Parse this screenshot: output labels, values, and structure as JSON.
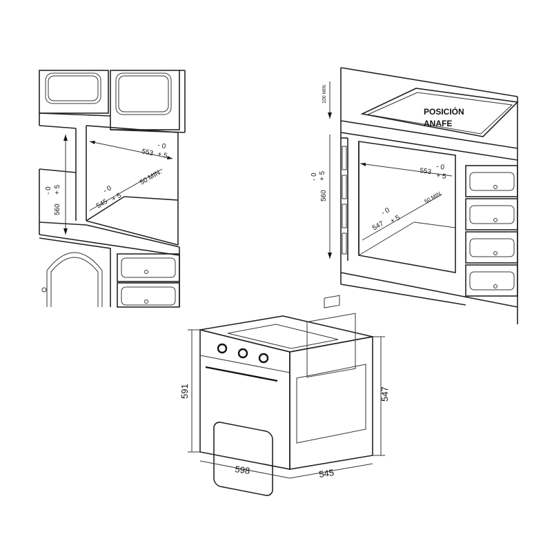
{
  "left_view": {
    "width_dim": {
      "nominal": "553",
      "tol_upper": "- 0",
      "tol_lower": "+ 5"
    },
    "depth_dim": {
      "nominal": "545",
      "tol_upper": "- 0",
      "tol_lower": "+ 5"
    },
    "height_dim": {
      "nominal": "560",
      "tol_upper": "- 0",
      "tol_lower": "+ 5"
    },
    "rear_gap": "50 MIN."
  },
  "right_view": {
    "cooktop_label_line1": "POSICIÓN",
    "cooktop_label_line2": "ANAFE",
    "top_gap": "100 MIN.",
    "width_dim": {
      "nominal": "553",
      "tol_upper": "- 0",
      "tol_lower": "+ 5"
    },
    "depth_dim": {
      "nominal": "547",
      "tol_upper": "- 0",
      "tol_lower": "+ 5"
    },
    "height_dim": {
      "nominal": "560",
      "tol_upper": "- 0",
      "tol_lower": "+ 5"
    },
    "rear_gap": "50 MIN."
  },
  "oven_view": {
    "height": "591",
    "width": "598",
    "depth": "545",
    "side_height": "547"
  }
}
